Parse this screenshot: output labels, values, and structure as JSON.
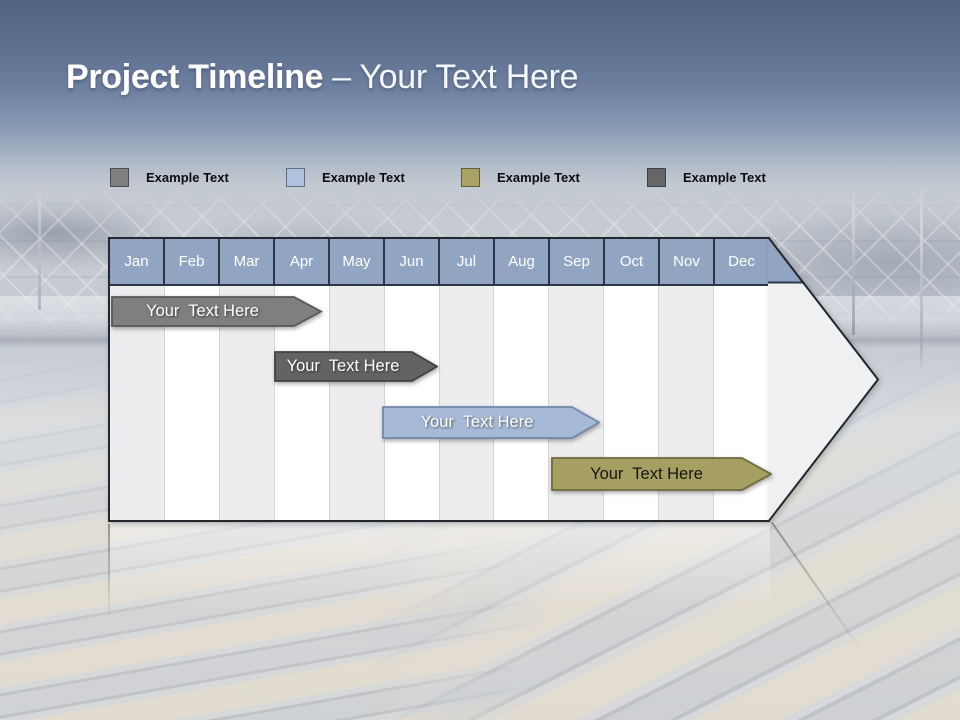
{
  "slide": {
    "title_bold": "Project Timeline",
    "title_regular": "– Your Text Here"
  },
  "legend": {
    "items": [
      {
        "label": "Example Text",
        "color": "#7f7f7f"
      },
      {
        "label": "Example Text",
        "color": "#aec1dd"
      },
      {
        "label": "Example Text",
        "color": "#a8a263"
      },
      {
        "label": "Example Text",
        "color": "#666666"
      }
    ]
  },
  "timeline": {
    "months": [
      "Jan",
      "Feb",
      "Mar",
      "Apr",
      "May",
      "Jun",
      "Jul",
      "Aug",
      "Sep",
      "Oct",
      "Nov",
      "Dec"
    ],
    "header_color": "#91a5c2",
    "arrow_body_color": "#eff0f2",
    "bars": [
      {
        "label": "Your  Text Here",
        "fill": "#7f7f7f",
        "stroke": "#575757",
        "text_color": "#ffffff",
        "span": "Jan – Apr",
        "row": 1
      },
      {
        "label": "Your  Text Here",
        "fill": "#636363",
        "stroke": "#424242",
        "text_color": "#ffffff",
        "span": "Apr – Jun",
        "row": 2
      },
      {
        "label": "Your  Text Here",
        "fill": "#a6b9d7",
        "stroke": "#7288ab",
        "text_color": "#ffffff",
        "span": "Jun – Sep",
        "row": 3
      },
      {
        "label": "Your  Text Here",
        "fill": "#a59f61",
        "stroke": "#6f6a3c",
        "text_color": "#161616",
        "span": "Sep – Dec",
        "row": 4
      }
    ]
  }
}
